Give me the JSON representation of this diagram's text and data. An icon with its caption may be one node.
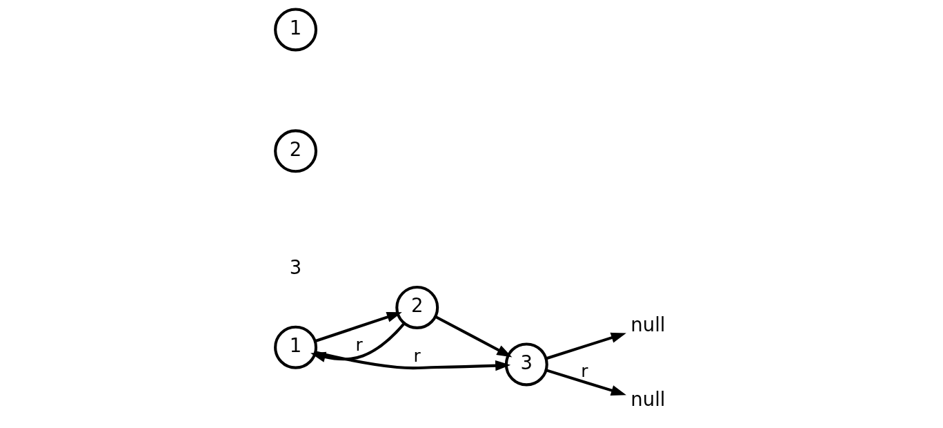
{
  "diagram": {
    "nodes": [
      {
        "text": [
          "1"
        ]
      },
      {
        "text": [
          "2"
        ]
      },
      {
        "text": [
          "3"
        ]
      },
      {
        "text": [
          "null"
        ]
      },
      {
        "text": [
          "null"
        ]
      },
      {
        "text": [
          "1"
        ]
      },
      {
        "text": [
          "2"
        ]
      }
    ],
    "edges": [
      {
        "from": 0,
        "to": 1,
        "arrow": "to"
      },
      {
        "from": 1,
        "to": 2,
        "arrow": "to"
      },
      {
        "from": 2,
        "to": 3,
        "arrow": "to"
      },
      {
        "from": 0,
        "to": 2,
        "arrow": "to",
        "label": "r"
      },
      {
        "from": 1,
        "to": 0,
        "arrow": "to",
        "label": "r"
      },
      {
        "from": 2,
        "to": 4,
        "arrow": "to",
        "label": "r"
      }
    ],
    "labels": [
      "3"
    ]
  }
}
